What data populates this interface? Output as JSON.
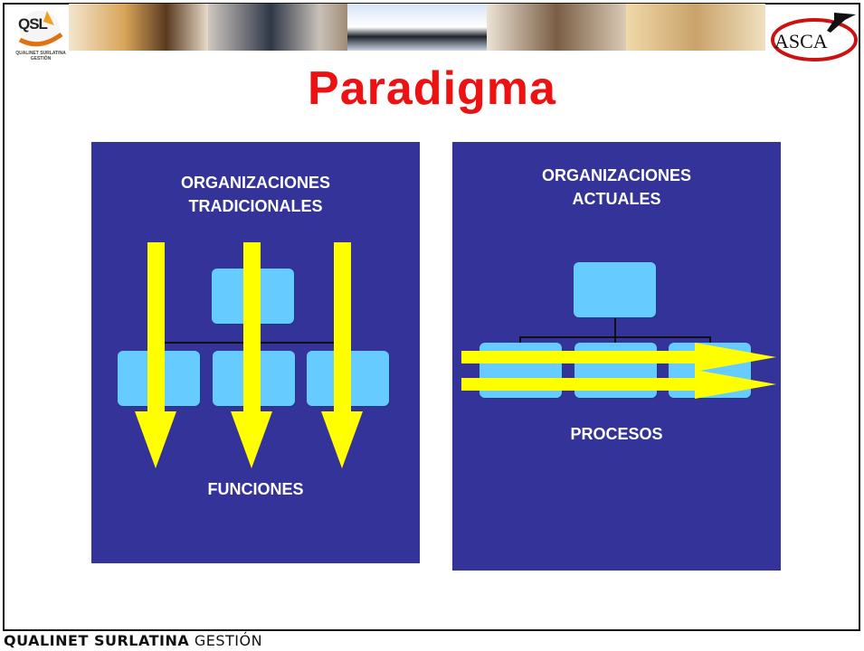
{
  "slide": {
    "title": "Paradigma",
    "logo_left": {
      "text": "QSL",
      "subtitle": "QUALINET SURLATINA GESTIÓN"
    },
    "logo_right": {
      "text": "ASCA"
    },
    "left_panel": {
      "heading_line1": "ORGANIZACIONES",
      "heading_line2": "TRADICIONALES",
      "label": "FUNCIONES"
    },
    "right_panel": {
      "heading_line1": "ORGANIZACIONES",
      "heading_line2": "ACTUALES",
      "label": "PROCESOS"
    },
    "footer": {
      "bold": "QUALINET SURLATINA",
      "thin": " GESTIÓN"
    }
  },
  "colors": {
    "title": "#ee1111",
    "panel": "#333399",
    "box": "#66ccff",
    "arrow": "#ffff00"
  }
}
